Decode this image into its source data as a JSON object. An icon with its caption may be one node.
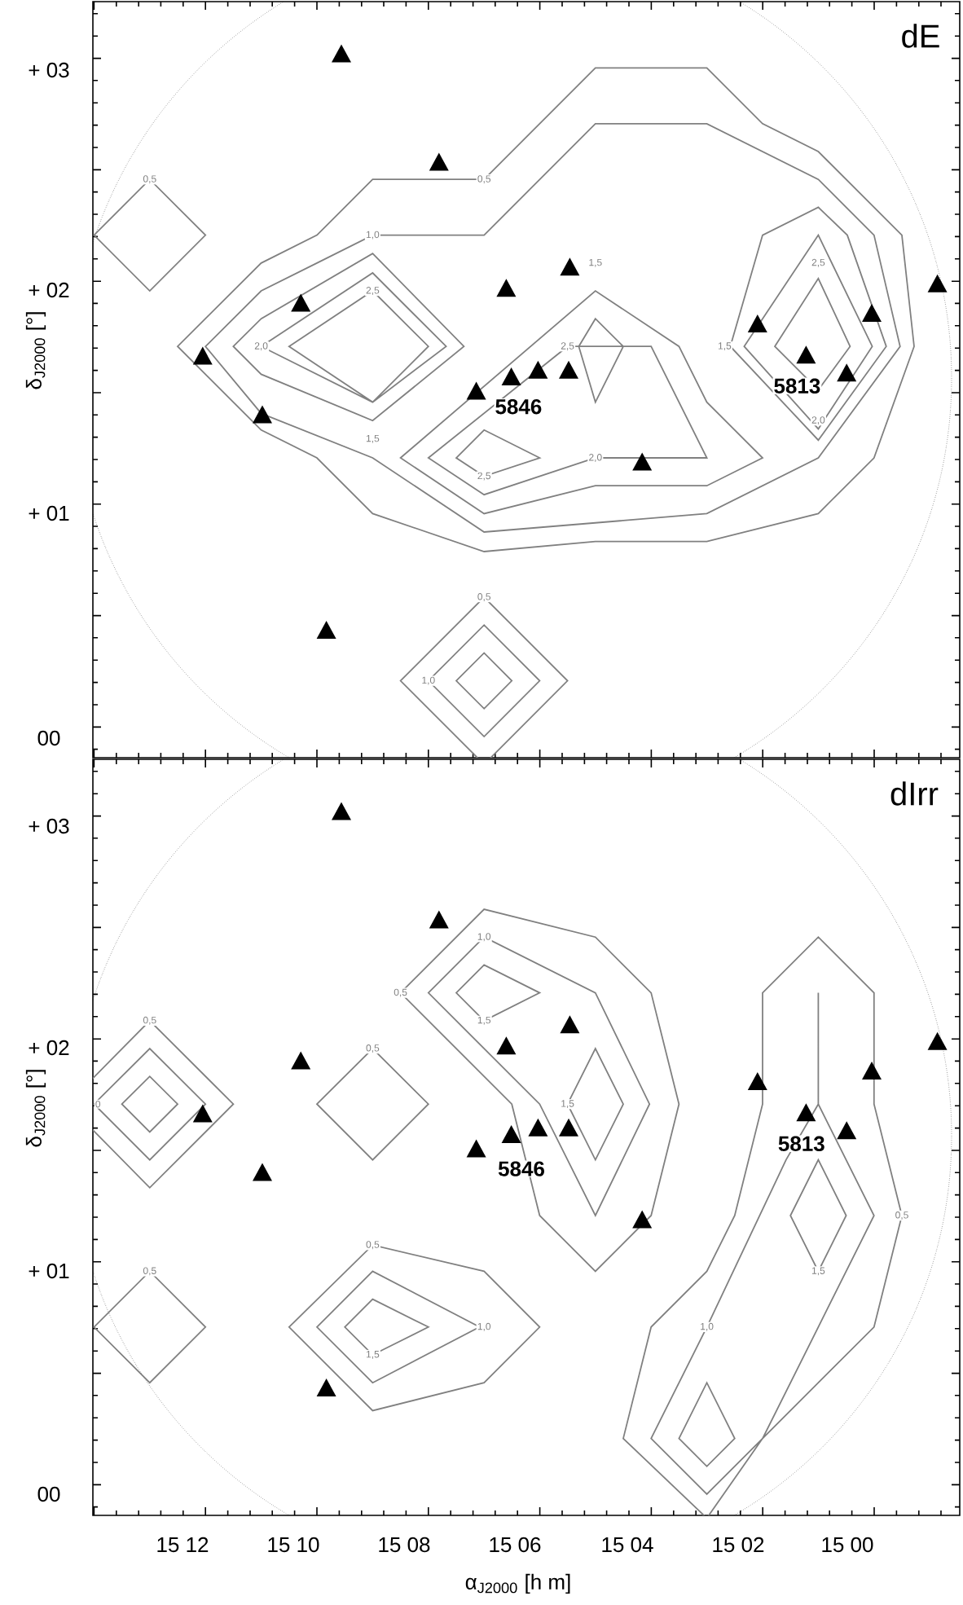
{
  "diagram": {
    "labels": [
      "dE",
      "+ 03",
      "+ 02",
      "+ 01",
      "00",
      "δ$_{J2000}$ [°]",
      "0,5",
      "0,5",
      "1,0",
      "1,5",
      "2,5",
      "2,0",
      "2,5",
      "1,5",
      "2,5",
      "1,5",
      "2,0",
      "2,5",
      "2,0",
      "0,5",
      "1,0",
      "5846",
      "5813",
      "dIrr",
      "+ 03",
      "+ 02",
      "+ 01",
      "00",
      "δ$_{J2000}$ [°]",
      "0,5",
      "0",
      "0,5",
      "1,0",
      "0,5",
      "1,5",
      "1,5",
      "0,5",
      "1,5",
      "1,0",
      "0,5",
      "0,5",
      "1,0",
      "1,5",
      "5846",
      "5813",
      "15 12",
      "15 10",
      "15 08",
      "15 06",
      "15 04",
      "15 02",
      "15 00",
      "α$_{J2000}$ [h m]"
    ]
  }
}
